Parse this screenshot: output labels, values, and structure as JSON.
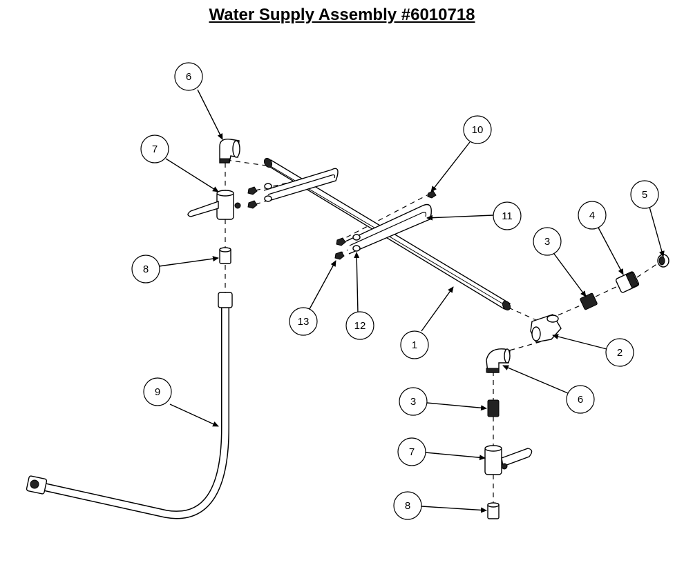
{
  "title": "Water Supply Assembly #6010718",
  "callouts": [
    {
      "label": "6"
    },
    {
      "label": "7"
    },
    {
      "label": "8"
    },
    {
      "label": "9"
    },
    {
      "label": "10"
    },
    {
      "label": "11"
    },
    {
      "label": "13"
    },
    {
      "label": "12"
    },
    {
      "label": "1"
    },
    {
      "label": "3"
    },
    {
      "label": "4"
    },
    {
      "label": "5"
    },
    {
      "label": "2"
    },
    {
      "label": "6"
    },
    {
      "label": "3"
    },
    {
      "label": "7"
    },
    {
      "label": "8"
    }
  ]
}
